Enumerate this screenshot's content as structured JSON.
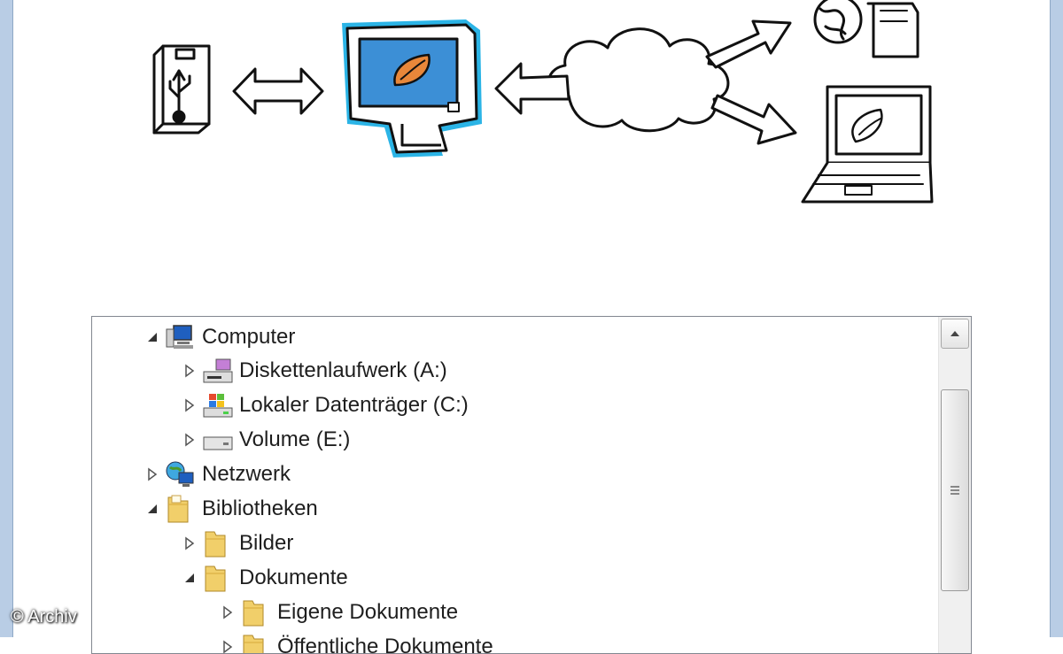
{
  "tree": {
    "items": [
      {
        "label": "Computer",
        "expanded": true,
        "icon": "computer-icon"
      },
      {
        "label": "Diskettenlaufwerk (A:)",
        "expanded": false,
        "icon": "floppy-drive-icon"
      },
      {
        "label": "Lokaler Datenträger (C:)",
        "expanded": false,
        "icon": "windows-drive-icon"
      },
      {
        "label": "Volume (E:)",
        "expanded": false,
        "icon": "drive-icon"
      },
      {
        "label": "Netzwerk",
        "expanded": false,
        "icon": "network-icon"
      },
      {
        "label": "Bibliotheken",
        "expanded": true,
        "icon": "library-folder-icon"
      },
      {
        "label": "Bilder",
        "expanded": false,
        "icon": "folder-icon"
      },
      {
        "label": "Dokumente",
        "expanded": true,
        "icon": "folder-icon"
      },
      {
        "label": "Eigene Dokumente",
        "expanded": false,
        "icon": "folder-icon"
      },
      {
        "label": "Öffentliche Dokumente",
        "expanded": false,
        "icon": "folder-icon"
      }
    ]
  },
  "watermark": "© Archiv",
  "colors": {
    "accent": "#2bb4e6",
    "screen": "#3c8fd6"
  }
}
